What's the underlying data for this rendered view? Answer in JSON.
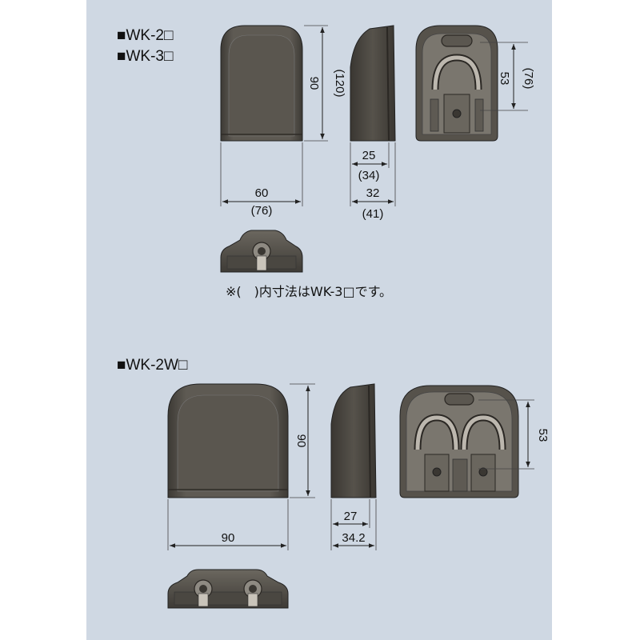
{
  "diagram": {
    "top_section": {
      "titles": [
        "■WK-2□",
        "■WK-3□"
      ],
      "dims": {
        "height": "90",
        "height_alt": "(120)",
        "width": "60",
        "width_alt": "(76)",
        "depth_inner": "25",
        "depth_inner_alt": "(34)",
        "depth_outer": "32",
        "depth_outer_alt": "(41)",
        "back_pitch": "53",
        "back_pitch_alt": "(76)"
      },
      "note": "※(　)内寸法はWK-3□です。"
    },
    "bottom_section": {
      "title": "■WK-2W□",
      "dims": {
        "height": "90",
        "width": "90",
        "depth_inner": "27",
        "depth_outer": "34.2",
        "back_pitch": "53"
      }
    },
    "colors": {
      "panel": "#cfd8e3",
      "part_fill": "#5b5750",
      "part_dark": "#3a3732",
      "part_light": "#8e8a82",
      "line": "#222222"
    }
  }
}
